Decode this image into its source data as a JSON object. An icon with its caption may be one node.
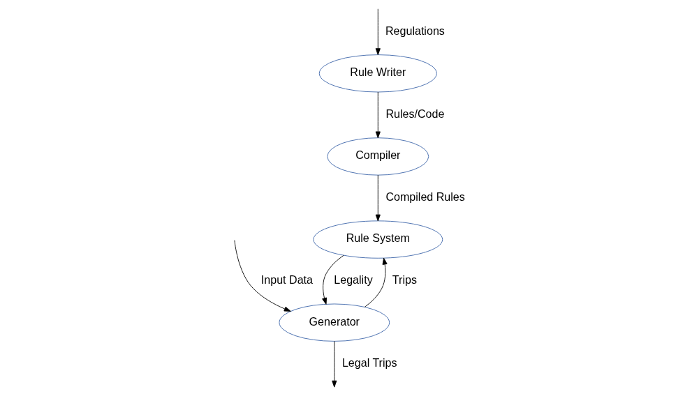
{
  "diagram": {
    "nodes": [
      {
        "text": [
          "Rule Writer"
        ]
      },
      {
        "text": [
          "Compiler"
        ]
      },
      {
        "text": [
          "Generator"
        ]
      },
      {
        "text": [
          "Rule System"
        ]
      }
    ],
    "edges": [
      {
        "from": null,
        "to": 0,
        "arrow": "to",
        "label": "Regulations"
      },
      {
        "from": 0,
        "to": 1,
        "arrow": "to",
        "label": "Rules/Code"
      },
      {
        "from": 1,
        "to": 3,
        "arrow": "to",
        "label": "Compiled Rules"
      },
      {
        "from": null,
        "to": 2,
        "arrow": "to",
        "label": "Input Data"
      },
      {
        "from": 2,
        "to": null,
        "arrow": "to",
        "label": "Legal Trips"
      },
      {
        "from": 2,
        "to": 3,
        "arrow": "to",
        "label": "Trips"
      },
      {
        "from": 3,
        "to": 2,
        "arrow": "to",
        "label": "Legality"
      }
    ]
  }
}
